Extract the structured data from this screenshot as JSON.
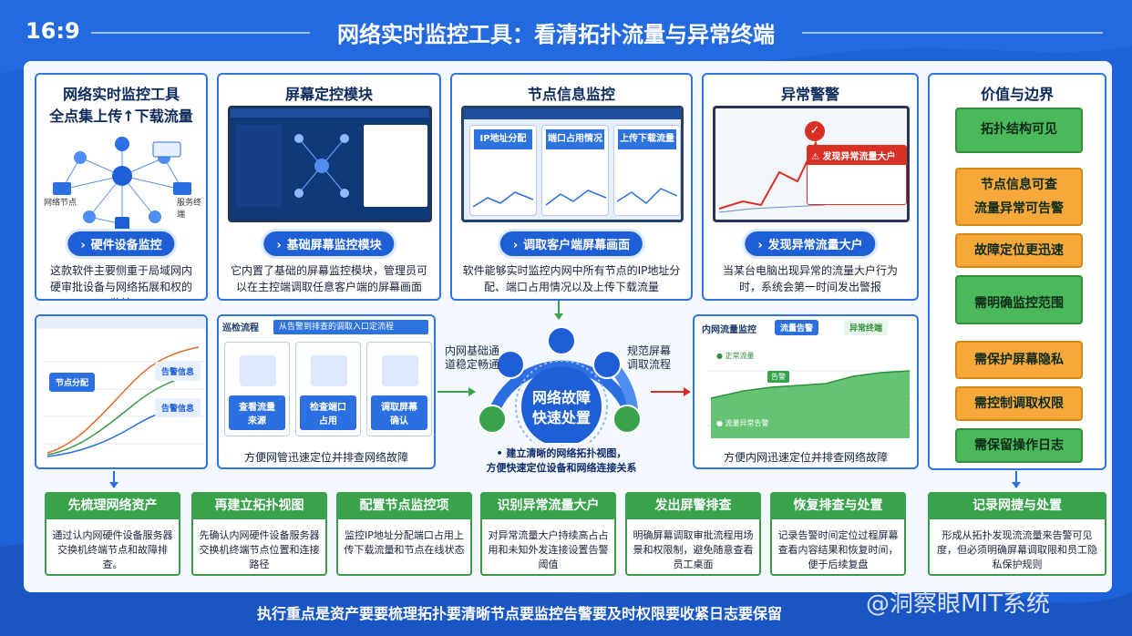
{
  "header": {
    "ratio": "16:9",
    "title": "网络实时监控工具：看清拓扑流量与异常终端"
  },
  "card1": {
    "title_line1": "网络实时监控工具",
    "title_line2": "全点集上传↑下载流量",
    "node_left": "网络节点",
    "node_right": "服务终端",
    "pill": "硬件设备监控",
    "desc": "这款软件主要侧重于局域网内硬审批设备与网络拓展和权的监控"
  },
  "card2": {
    "title": "屏幕定控模块",
    "pill": "基础屏幕监控模块",
    "desc": "它内置了基础的屏幕监控模块，管理员可以在主控端调取任意客户端的屏幕画面"
  },
  "card3": {
    "title": "节点信息监控",
    "cols": [
      "IP地址分配",
      "端口占用情况",
      "上传下载流量"
    ],
    "pill": "调取客户端屏幕画面",
    "desc": "软件能够实时监控内网中所有节点的IP地址分配、端口占用情况以及上传下载流量"
  },
  "card4": {
    "title": "异常警警",
    "alert_title": "发现异常流量大户",
    "pill": "发现异常流量大户",
    "desc": "当某台电脑出现异常的流量大户行为时，系统会第一时间发出警报"
  },
  "card5": {
    "title": "价值与边界",
    "items": [
      "拓扑结构可见",
      "节点信息可查",
      "流量异常可告警",
      "故障定位更迅速",
      "需明确监控范围",
      "需保护屏幕隐私",
      "需控制调取权限",
      "需保留操作日志"
    ]
  },
  "mid_left": {
    "label1": "节点分配",
    "label2": "告警信息",
    "label3": "告警信息"
  },
  "mid_tabs": {
    "header_left": "巡检流程",
    "header_main": "从告警到排查的调取入口定流程",
    "buttons": [
      "查看流量来源",
      "检查端口占用",
      "调取屏幕确认"
    ],
    "caption": "方便网管迅速定位并排查网络故障"
  },
  "center": {
    "title_line1": "网络故障",
    "title_line2": "快速处置",
    "label_left_1": "内网基础通",
    "label_left_2": "道稳定畅通",
    "label_right_1": "规范屏幕",
    "label_right_2": "调取流程",
    "bullet1": "• 建立清晰的网络拓扑视图，",
    "bullet2": "方便快速定位设备和网络连接关系"
  },
  "mid_right": {
    "title": "内网流量监控",
    "chip1": "流量告警",
    "chip2": "异常终端",
    "legend1": "正常流量",
    "legend2": "流量异常告警",
    "peak": "告警",
    "caption": "方便内网迅速定位并排查网络故障"
  },
  "steps": [
    {
      "title": "先梳理网络资产",
      "desc": "通过认内网硬件设备服务器交换机终端节点和故障排查。"
    },
    {
      "title": "再建立拓扑视图",
      "desc": "先确认内网硬件设备服务器交换机终端节点位置和连接路径"
    },
    {
      "title": "配置节点监控项",
      "desc": "监控IP地址分配端口占用上传下载流量和节点在线状态"
    },
    {
      "title": "识别异常流量大户",
      "desc": "对异常流量大户持续高占占用和未知外发连接设置告警阈值"
    },
    {
      "title": "发出屏警排查",
      "desc": "明确屏幕调取审批流程用场景和权限制，避免随意查看员工桌面"
    },
    {
      "title": "恢复排查与处置",
      "desc": "记录告警时间定位过程屏幕查看内容结果和恢复时间，便于后续复盘"
    },
    {
      "title": "记录网捷与处置",
      "desc": "形成从拓扑发现流流量来告警可见度，但必须明确屏幕调取限和员工隐私保护规则"
    }
  ],
  "footer": "执行重点是资产要要梳理拓扑要清晰节点要监控告警要及时权限要收紧日志要保留",
  "watermark": "@洞察眼MIT系统",
  "colors": {
    "primary": "#1e5fd6",
    "green": "#38a34a",
    "orange": "#f6a93a",
    "alert": "#d93025"
  }
}
